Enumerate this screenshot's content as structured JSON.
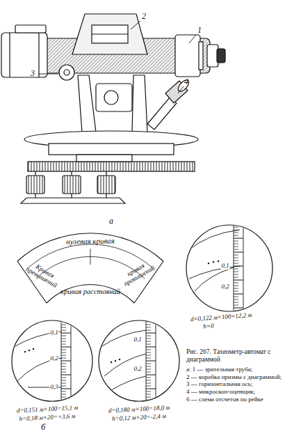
{
  "diagram": {
    "caption": "Рис. 267. Тахеометр-автомат с диаграммой",
    "labels": [
      "2",
      "1",
      "3",
      "4",
      "а",
      "нулевая кривая",
      "Кривая превышений",
      "кривая превышений",
      "кривая расстояний",
      "0,1",
      "0,2",
      "d=0,122 м×100=12,2 м",
      "h=0",
      "0,1",
      "0,2",
      "0,3",
      "d=0,151 м×100=15,1 м",
      "h=0,18 м×20=+3,6 м",
      "0,1",
      "0,2",
      "d=0,180 м×100=18,0 м",
      "h=0,12 м×20=-2,4 м",
      "б",
      "а: 1 — зрительная труба;",
      "2 — коробка призмы с диаграммой;",
      "3 — горизонтальная ось;",
      "4 — микроскоп-оценщик;",
      "б — схема отсчетов по рейке"
    ]
  }
}
